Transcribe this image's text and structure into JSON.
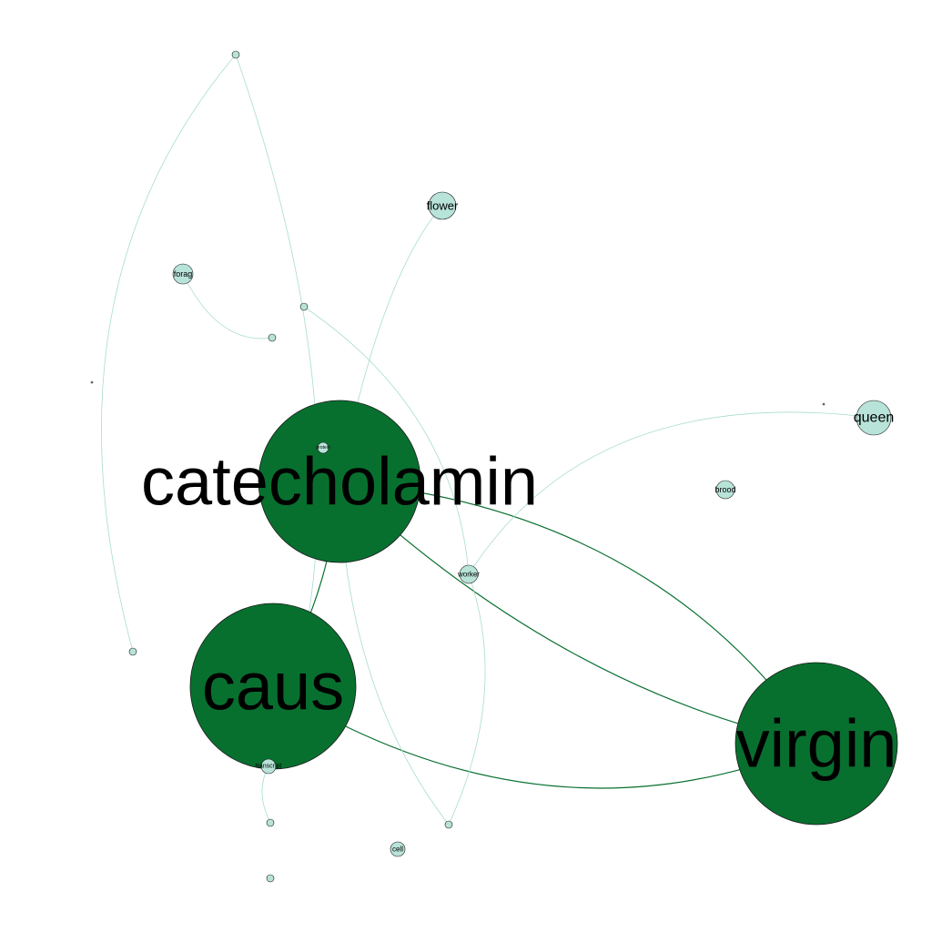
{
  "colors": {
    "background": "#ffffff",
    "major_node": "#08702f",
    "minor_node": "#b8e3d8",
    "strong_edge": "#08702f",
    "weak_edge": "#a8dcd0",
    "node_stroke": "#1a1a1a"
  },
  "nodes": [
    {
      "id": "catecholamin",
      "label": "catecholamin",
      "weight": "major"
    },
    {
      "id": "caus",
      "label": "caus",
      "weight": "major"
    },
    {
      "id": "virgin",
      "label": "virgin",
      "weight": "major"
    },
    {
      "id": "queen",
      "label": "queen",
      "weight": "minor"
    },
    {
      "id": "flower",
      "label": "flower",
      "weight": "minor"
    },
    {
      "id": "forag",
      "label": "forag",
      "weight": "minor"
    },
    {
      "id": "brood",
      "label": "brood",
      "weight": "minor"
    },
    {
      "id": "worker",
      "label": "worker",
      "weight": "minor"
    },
    {
      "id": "transcript",
      "label": "transcript",
      "weight": "minor"
    },
    {
      "id": "cell",
      "label": "cell",
      "weight": "minor"
    },
    {
      "id": "protein",
      "label": "protein",
      "weight": "minor"
    },
    {
      "id": "n_top",
      "label": "",
      "weight": "minor"
    },
    {
      "id": "n_mid1",
      "label": "",
      "weight": "minor"
    },
    {
      "id": "n_mid2",
      "label": "",
      "weight": "minor"
    },
    {
      "id": "n_left",
      "label": "",
      "weight": "minor"
    },
    {
      "id": "n_lowleft",
      "label": "",
      "weight": "minor"
    },
    {
      "id": "n_bot1",
      "label": "",
      "weight": "minor"
    },
    {
      "id": "n_bot2",
      "label": "",
      "weight": "minor"
    },
    {
      "id": "n_bot3",
      "label": "",
      "weight": "minor"
    },
    {
      "id": "n_qleft",
      "label": "",
      "weight": "minor"
    }
  ],
  "edges": [
    {
      "source": "catecholamin",
      "target": "caus",
      "strength": "strong"
    },
    {
      "source": "catecholamin",
      "target": "virgin",
      "strength": "strong"
    },
    {
      "source": "catecholamin",
      "target": "virgin",
      "strength": "strong"
    },
    {
      "source": "caus",
      "target": "virgin",
      "strength": "strong"
    },
    {
      "source": "catecholamin",
      "target": "flower",
      "strength": "weak"
    },
    {
      "source": "worker",
      "target": "queen",
      "strength": "weak"
    },
    {
      "source": "forag",
      "target": "n_mid2",
      "strength": "weak"
    },
    {
      "source": "n_top",
      "target": "n_lowleft",
      "strength": "weak"
    },
    {
      "source": "n_top",
      "target": "transcript",
      "strength": "weak"
    },
    {
      "source": "n_mid1",
      "target": "worker",
      "strength": "weak"
    },
    {
      "source": "worker",
      "target": "n_bot3",
      "strength": "weak"
    },
    {
      "source": "catecholamin",
      "target": "n_bot3",
      "strength": "weak"
    },
    {
      "source": "transcript",
      "target": "n_bot1",
      "strength": "weak"
    }
  ]
}
